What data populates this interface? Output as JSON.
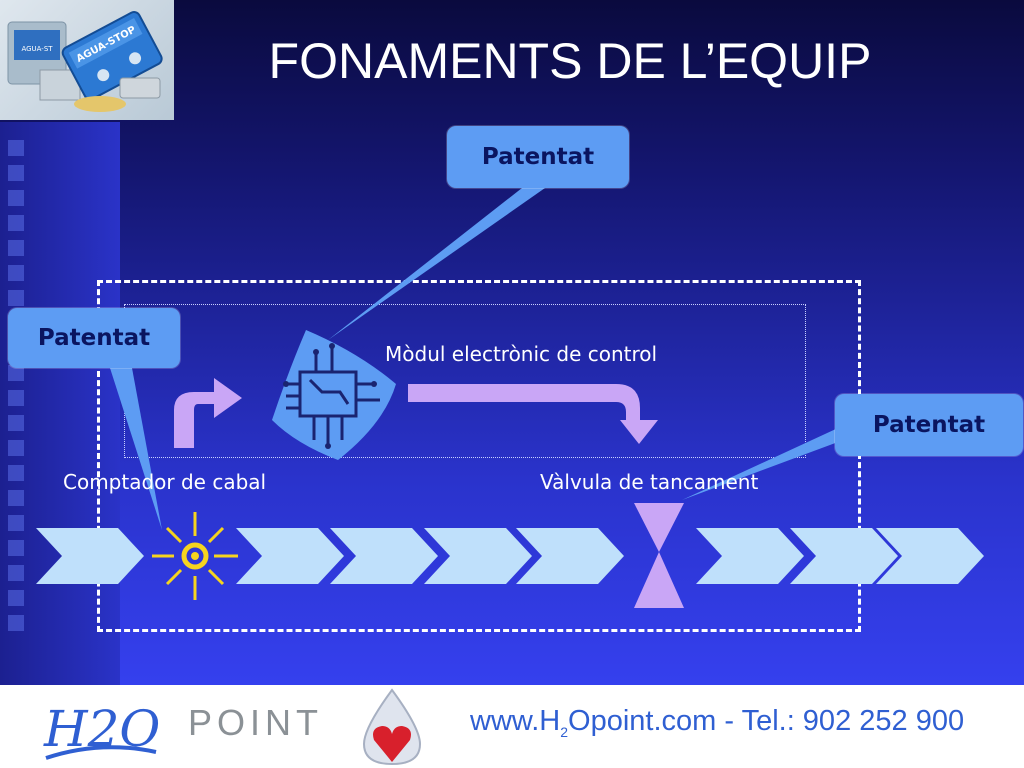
{
  "slide": {
    "title": "FONAMENTS DE L’EQUIP"
  },
  "product_photo": {
    "label_top": "AGUA-STOP",
    "label_side": "AGUA-ST"
  },
  "diagram": {
    "callouts": [
      {
        "text": "Patentat"
      },
      {
        "text": "Patentat"
      },
      {
        "text": "Patentat"
      }
    ],
    "labels": {
      "control_module": "Mòdul electrònic de control",
      "flow_meter": "Comptador de cabal",
      "shutoff_valve": "Vàlvula de tancament"
    }
  },
  "footer": {
    "logo_text": "H2O",
    "point_text": "POINT",
    "web_prefix": "www.H",
    "web_sub": "2",
    "web_suffix": "Opoint.com  -  Tel.: 902 252 900"
  },
  "colors": {
    "callout": "#5d9cf3",
    "arrow_chevron": "#bfe0fb",
    "lilac": "#c9a6f6",
    "sun": "#f6d41f",
    "background_top": "#0a0a3e",
    "background_bottom": "#3540ee"
  }
}
